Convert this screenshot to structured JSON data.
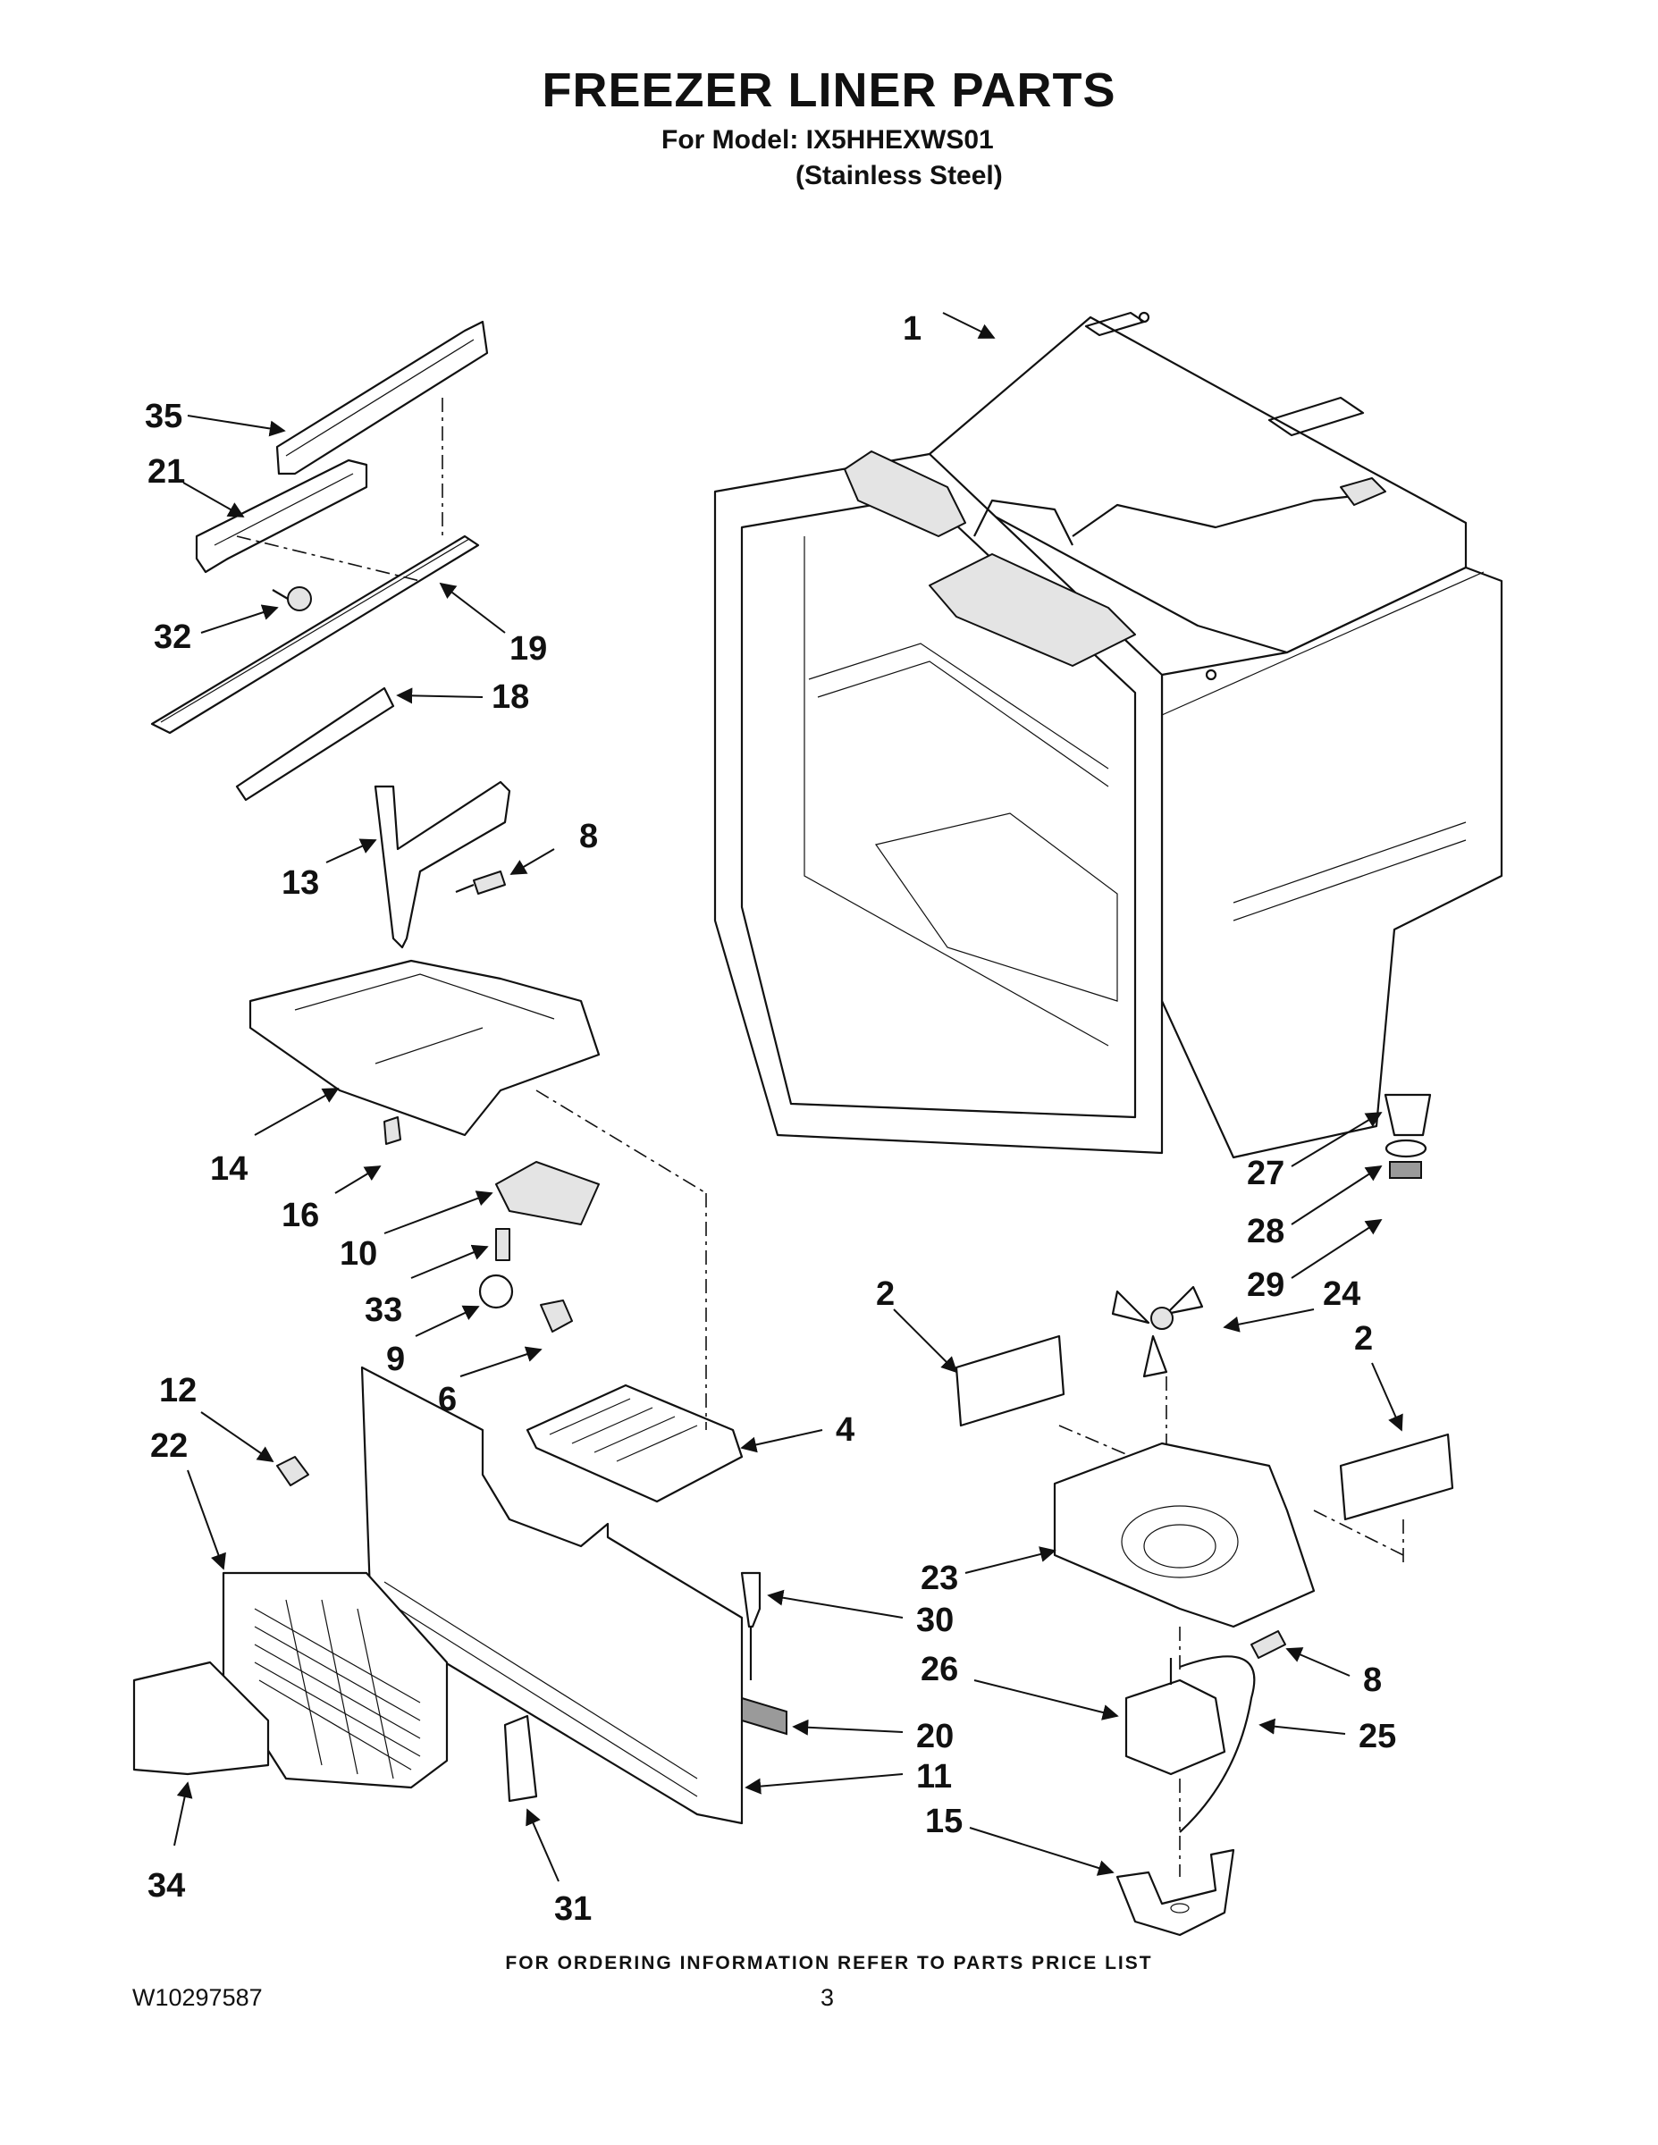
{
  "header": {
    "title": "FREEZER LINER PARTS",
    "model_line": "For Model: IX5HHEXWS01",
    "variant": "(Stainless Steel)"
  },
  "footer": {
    "ordering_note": "FOR ORDERING INFORMATION REFER TO PARTS PRICE LIST",
    "document_number": "W10297587",
    "page_number": "3"
  },
  "callouts": [
    {
      "id": "c1",
      "label": "1"
    },
    {
      "id": "c35",
      "label": "35"
    },
    {
      "id": "c21",
      "label": "21"
    },
    {
      "id": "c32",
      "label": "32"
    },
    {
      "id": "c19",
      "label": "19"
    },
    {
      "id": "c18",
      "label": "18"
    },
    {
      "id": "c13",
      "label": "13"
    },
    {
      "id": "c8a",
      "label": "8"
    },
    {
      "id": "c14",
      "label": "14"
    },
    {
      "id": "c16",
      "label": "16"
    },
    {
      "id": "c10",
      "label": "10"
    },
    {
      "id": "c33",
      "label": "33"
    },
    {
      "id": "c9",
      "label": "9"
    },
    {
      "id": "c6",
      "label": "6"
    },
    {
      "id": "c12",
      "label": "12"
    },
    {
      "id": "c22",
      "label": "22"
    },
    {
      "id": "c4",
      "label": "4"
    },
    {
      "id": "c27",
      "label": "27"
    },
    {
      "id": "c28",
      "label": "28"
    },
    {
      "id": "c29",
      "label": "29"
    },
    {
      "id": "c2a",
      "label": "2"
    },
    {
      "id": "c24",
      "label": "24"
    },
    {
      "id": "c2b",
      "label": "2"
    },
    {
      "id": "c23",
      "label": "23"
    },
    {
      "id": "c30",
      "label": "30"
    },
    {
      "id": "c26",
      "label": "26"
    },
    {
      "id": "c8b",
      "label": "8"
    },
    {
      "id": "c25",
      "label": "25"
    },
    {
      "id": "c20",
      "label": "20"
    },
    {
      "id": "c11",
      "label": "11"
    },
    {
      "id": "c15",
      "label": "15"
    },
    {
      "id": "c34",
      "label": "34"
    },
    {
      "id": "c31",
      "label": "31"
    }
  ]
}
